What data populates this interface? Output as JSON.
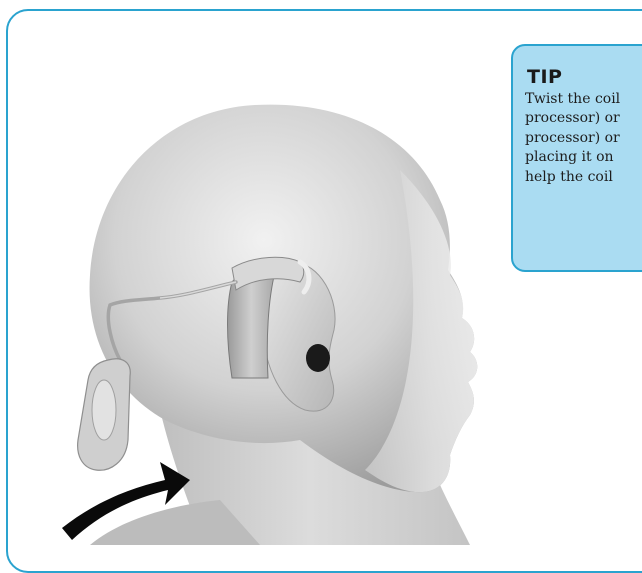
{
  "tip": {
    "title": "TIP",
    "lines": [
      "Twist the coil",
      "processor) or",
      "processor) or",
      "placing it on",
      "help the coil"
    ]
  },
  "illustration": {
    "subject": "head-with-sound-processor",
    "arrow_icon": "curved-arrow-icon",
    "colors": {
      "frame_border": "#2aa3cf",
      "tip_background": "#aadcf2",
      "arrow": "#000000"
    }
  }
}
